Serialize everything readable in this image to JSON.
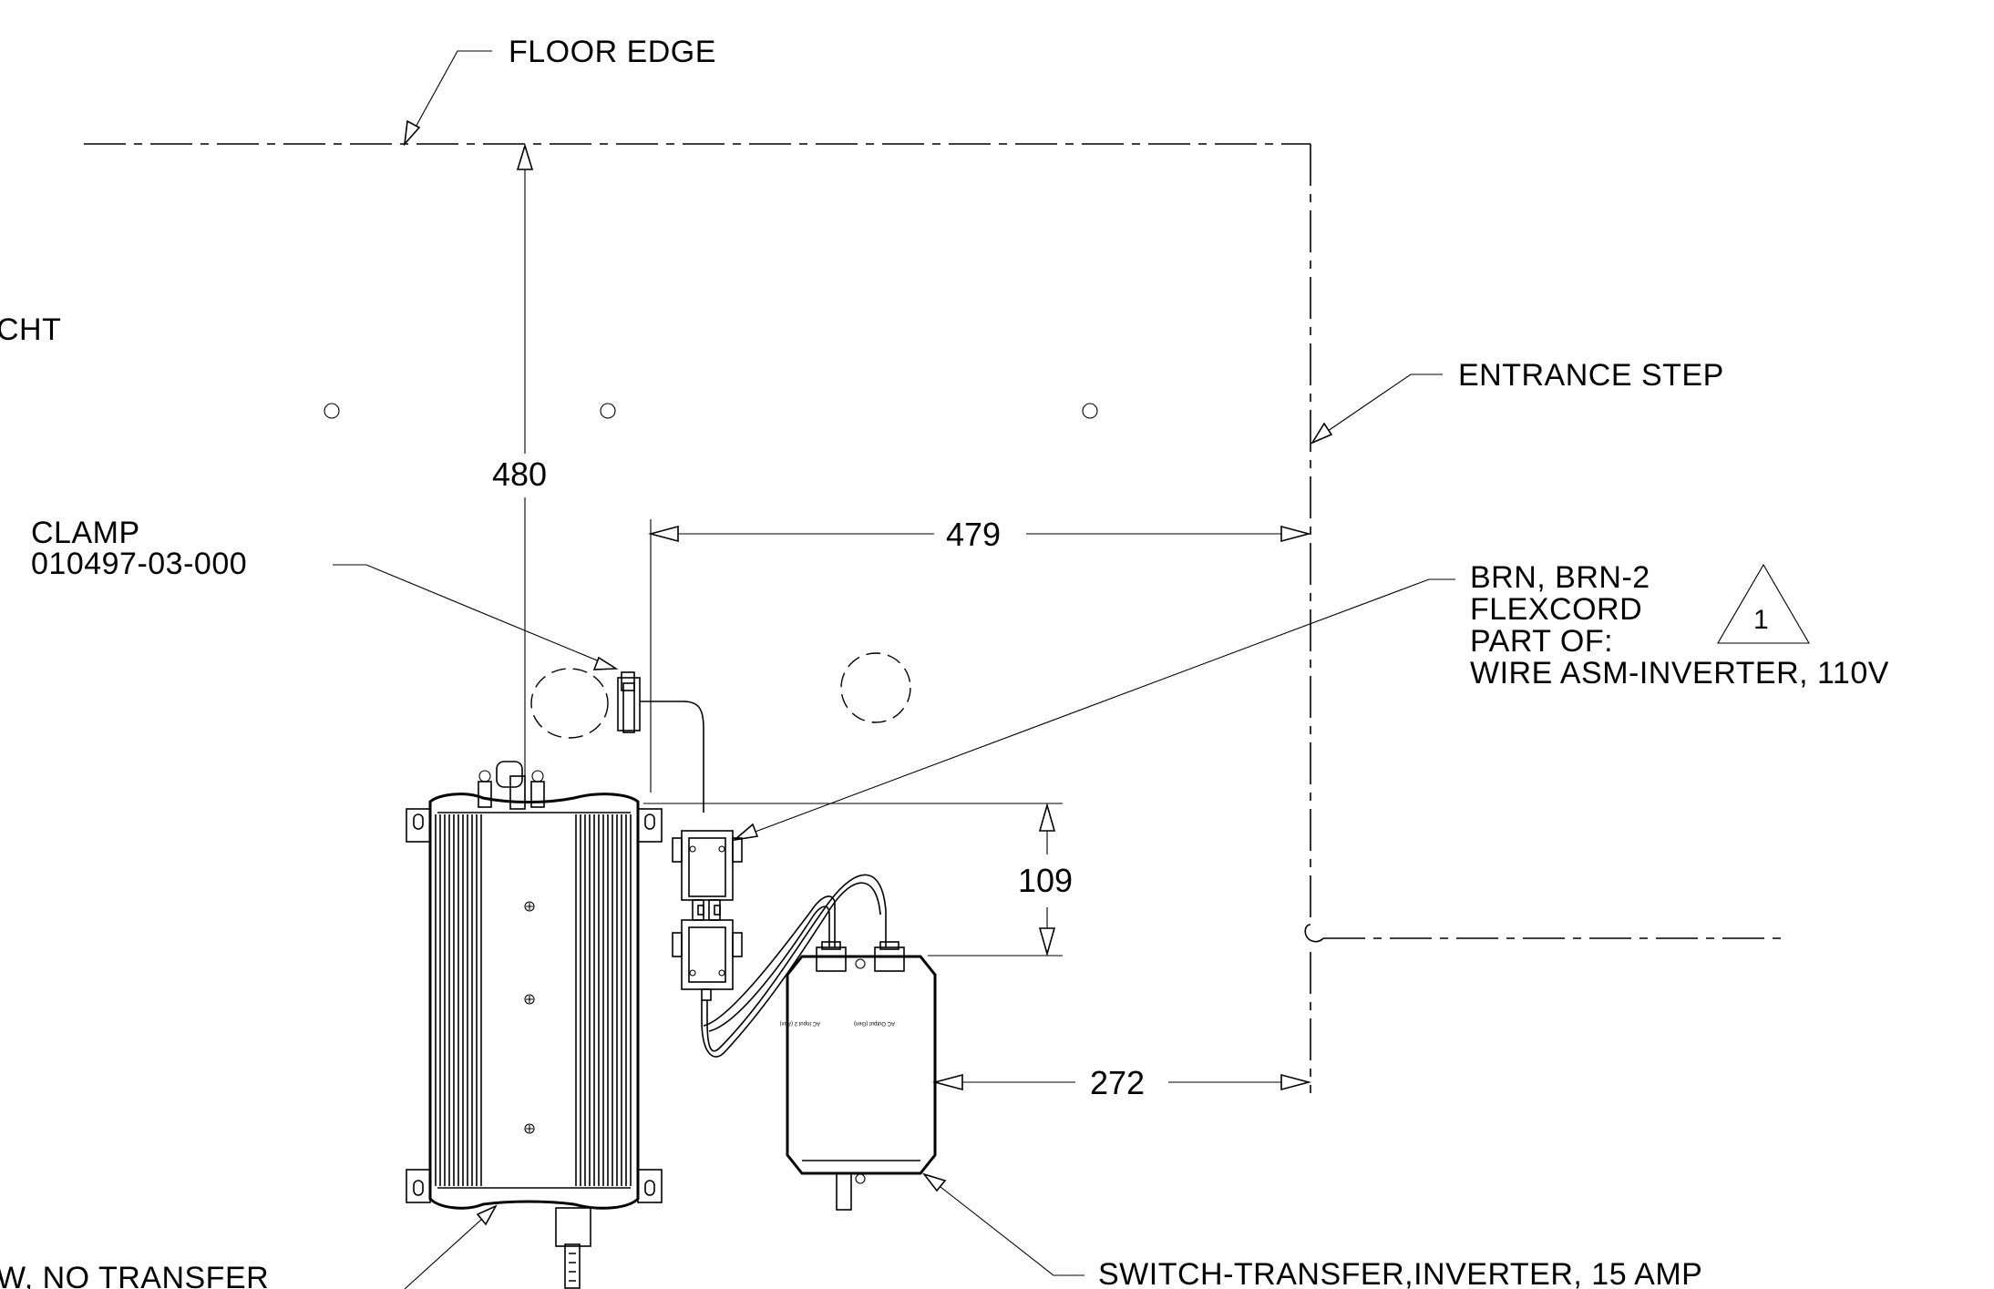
{
  "labels": {
    "floor_edge": "FLOOR EDGE",
    "entrance_step": "ENTRANCE STEP",
    "clamp_title": "CLAMP",
    "clamp_part": "010497-03-000",
    "left_cut_top": "CHT",
    "left_cut_bottom": "W, NO TRANSFER",
    "flexcord_line1": "BRN, BRN-2",
    "flexcord_line2": "FLEXCORD",
    "flexcord_line3": "PART OF:",
    "flexcord_line4": "WIRE ASM-INVERTER, 110V",
    "revision_mark": "1",
    "switch_transfer": "SWITCH-TRANSFER,INVERTER, 15 AMP"
  },
  "dimensions": {
    "vertical_floor": "480",
    "horizontal_top": "479",
    "vertical_small": "109",
    "horizontal_bottom": "272"
  },
  "switch_box_text": {
    "ac_input": "AC Input 2 (Aux)",
    "ac_output": "AC Output (Gen)"
  }
}
